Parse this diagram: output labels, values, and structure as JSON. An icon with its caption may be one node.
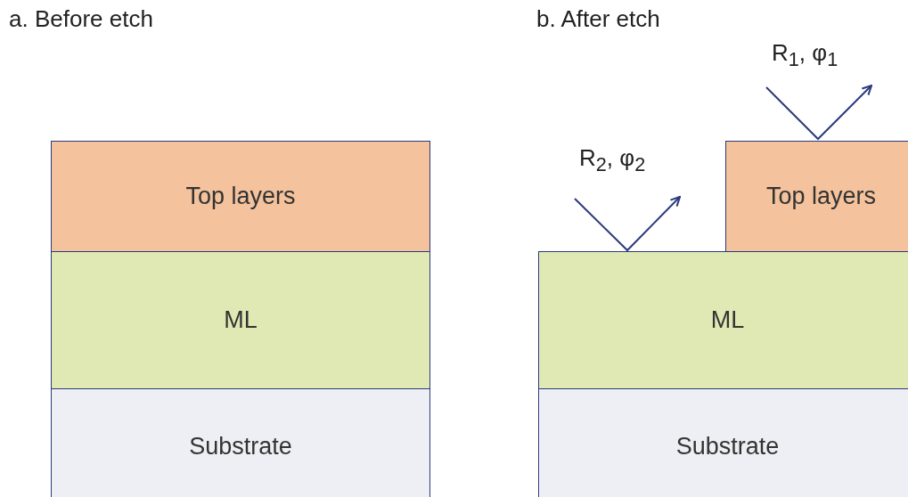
{
  "diagram": {
    "nodes": [
      {
        "text": [
          "Top layers"
        ]
      },
      {
        "text": [
          "ML"
        ]
      },
      {
        "text": [
          "Substrate"
        ]
      },
      {
        "text": [
          "Top layers"
        ]
      },
      {
        "text": [
          "ML"
        ]
      },
      {
        "text": [
          "Substrate"
        ]
      }
    ],
    "labels": [
      "a. Before etch",
      "b. After etch",
      "R$_{1}$, φ$_{1}$",
      "R$_{2}$, φ$_{2}$"
    ]
  }
}
